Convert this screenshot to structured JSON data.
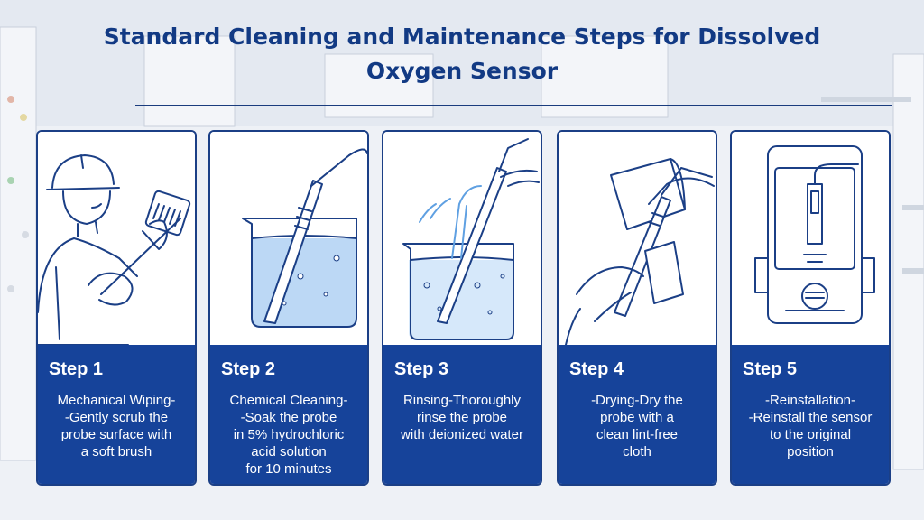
{
  "title": "Standard Cleaning and Maintenance Steps for Dissolved\nOxygen Sensor",
  "colors": {
    "primary": "#16439a",
    "title": "#123a84",
    "outline": "#1b3f86",
    "water": "#9cc3ef"
  },
  "steps": [
    {
      "number": "Step 1",
      "text": "Mechanical Wiping-\n-Gently scrub the\nprobe surface with\na soft brush"
    },
    {
      "number": "Step 2",
      "text": "Chemical Cleaning-\n-Soak the probe\nin 5% hydrochloric\nacid solution\nfor 10 minutes"
    },
    {
      "number": "Step 3",
      "text": "Rinsing-Thoroughly\nrinse the probe\nwith deionized water"
    },
    {
      "number": "Step 4",
      "text": "-Drying-Dry the\nprobe with a\nclean lint-free\ncloth"
    },
    {
      "number": "Step 5",
      "text": "-Reinstallation-\n-Reinstall the sensor\nto the original\nposition"
    }
  ]
}
